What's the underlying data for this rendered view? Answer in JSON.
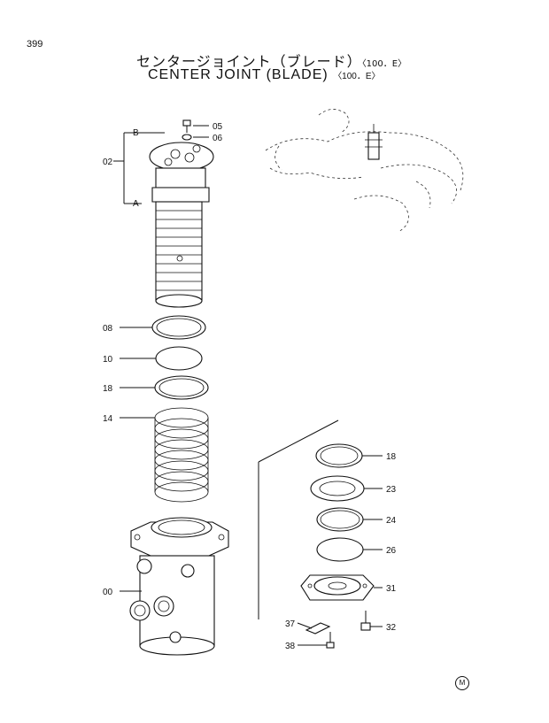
{
  "page_number": "399",
  "title_jp": "センタージョイント（ブレード）",
  "title_jp_suffix": "〈100．E〉",
  "title_en": "CENTER JOINT (BLADE)",
  "title_en_suffix": "〈100．E〉",
  "callouts": {
    "B": "B",
    "A": "A",
    "p02": "02",
    "p05": "05",
    "p06": "06",
    "p08": "08",
    "p10": "10",
    "p18a": "18",
    "p14": "14",
    "p00": "00",
    "p18b": "18",
    "p23": "23",
    "p24": "24",
    "p26": "26",
    "p31": "31",
    "p32": "32",
    "p37": "37",
    "p38": "38"
  },
  "maker_mark": "M"
}
